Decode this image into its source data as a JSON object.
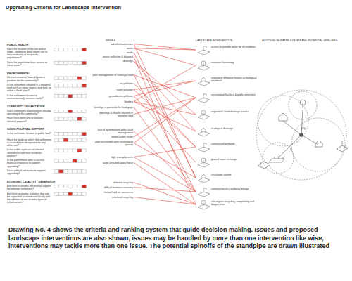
{
  "diagram": {
    "title": "Upgrading Criteria for Landscape Intervention",
    "caption": "Drawing No. 4 shows the criteria and ranking system that guide decision making. Issues and proposed landscape interventions are also shown, issues may be handled by more than one intervention like wise, interventions may tackle more than one issue. The potential spinoffs of the standpipe are drawn illustrated",
    "nodes": [
      {
        "text": [
          "lack of infrastructure"
        ]
      },
      {
        "text": [
          "water"
        ]
      },
      {
        "text": [
          "roads"
        ]
      },
      {
        "text": [
          "waste collection & disposal"
        ]
      },
      {
        "text": [
          "drainage"
        ]
      },
      {
        "text": [
          "poor management of municipal land"
        ]
      },
      {
        "text": [
          "air pollution"
        ]
      },
      {
        "text": [
          "water pollution"
        ]
      },
      {
        "text": [
          "groundwater pollution"
        ]
      },
      {
        "text": [
          "flooding"
        ]
      },
      {
        "text": [
          "landslips in particular for food gaps"
        ]
      },
      {
        "text": [
          "dwellings & shacks situated in sensitive land"
        ]
      },
      {
        "text": [
          "lack of systematised policy land management"
        ]
      },
      {
        "text": [
          "limited public realm"
        ]
      },
      {
        "text": [
          "poor accessible open recreational spaces"
        ]
      },
      {
        "text": [
          "high unemployment"
        ]
      },
      {
        "text": [
          "large unskilled labour force"
        ]
      },
      {
        "text": [
          "informal recycling"
        ]
      },
      {
        "text": [
          "difficult business recovery"
        ]
      },
      {
        "text": [
          "limited land for commerce"
        ]
      },
      {
        "text": [
          "unformed recycling"
        ]
      },
      {
        "text": [
          "access to potable water for all residents"
        ]
      },
      {
        "text": [
          "rainwater harvesting"
        ]
      },
      {
        "text": [
          "vegetated infiltration basins as biological treatment"
        ]
      },
      {
        "text": [
          "recreational facilities & public amenities"
        ]
      },
      {
        "text": [
          "vegetated / lined drainage swales"
        ]
      },
      {
        "text": [
          "ecological drainage"
        ]
      },
      {
        "text": [
          "constructed wetlands"
        ]
      },
      {
        "text": [
          "ground water recharge"
        ]
      },
      {
        "text": [
          "circulation system"
        ]
      },
      {
        "text": [
          "construction of a walkway linkage"
        ]
      },
      {
        "text": [
          "site organic recycling, composting and biogas plant"
        ]
      }
    ],
    "edges": [
      {
        "from": 0,
        "to": 21,
        "arrow": "none"
      },
      {
        "from": 0,
        "to": 29,
        "arrow": "none"
      },
      {
        "from": 1,
        "to": 21,
        "arrow": "none"
      },
      {
        "from": 1,
        "to": 22,
        "arrow": "none"
      },
      {
        "from": 2,
        "to": 29,
        "arrow": "none"
      },
      {
        "from": 3,
        "to": 31,
        "arrow": "none"
      },
      {
        "from": 4,
        "to": 25,
        "arrow": "none"
      },
      {
        "from": 4,
        "to": 26,
        "arrow": "none"
      },
      {
        "from": 5,
        "to": 24,
        "arrow": "none"
      },
      {
        "from": 5,
        "to": 30,
        "arrow": "none"
      },
      {
        "from": 6,
        "to": 27,
        "arrow": "none"
      },
      {
        "from": 7,
        "to": 23,
        "arrow": "none"
      },
      {
        "from": 7,
        "to": 27,
        "arrow": "none"
      },
      {
        "from": 8,
        "to": 23,
        "arrow": "none"
      },
      {
        "from": 8,
        "to": 28,
        "arrow": "none"
      },
      {
        "from": 9,
        "to": 22,
        "arrow": "none"
      },
      {
        "from": 9,
        "to": 25,
        "arrow": "none"
      },
      {
        "from": 9,
        "to": 26,
        "arrow": "none"
      },
      {
        "from": 10,
        "to": 30,
        "arrow": "none"
      },
      {
        "from": 11,
        "to": 24,
        "arrow": "none"
      },
      {
        "from": 12,
        "to": 30,
        "arrow": "none"
      },
      {
        "from": 13,
        "to": 24,
        "arrow": "none"
      },
      {
        "from": 14,
        "to": 24,
        "arrow": "none"
      },
      {
        "from": 14,
        "to": 29,
        "arrow": "none"
      },
      {
        "from": 15,
        "to": 27,
        "arrow": "none"
      },
      {
        "from": 15,
        "to": 30,
        "arrow": "none"
      },
      {
        "from": 16,
        "to": 31,
        "arrow": "none"
      },
      {
        "from": 17,
        "to": 31,
        "arrow": "none"
      },
      {
        "from": 18,
        "to": 30,
        "arrow": "none"
      },
      {
        "from": 20,
        "to": 31,
        "arrow": "none"
      }
    ],
    "labels": [
      "ISSUES",
      "LANDSCAPE INTERVENTION",
      "ADDITION OF WATER SYSTEM AND POTENTIAL SPIN OFFS",
      "PUBLIC HEALTH",
      "Does the location of the site and or home, conditions pose health risk to the community or to specific populations?",
      "Does the population have access to clean water?",
      "ENVIRONMENTAL",
      "Do environmental hazards pose a problem for the community?",
      "Is the settlement situated in a marginal land such as steep slopes, river bed, or within a flood plain?",
      "Is the settlement located in environmentally sensitive lands?",
      "COMMUNITY ORGANIZATION",
      "Does community organizations already operating in the community?",
      "Have there been any grassroots initiated projects?",
      "SOCIO-POLITICAL SUPPORT",
      "Is the settlement located in public land?",
      "Have the lands on which the settlement is located been designated for any other use?",
      "Is the public agencies of informal settlements and their residents positive?",
      "Is the government able to access financial resources to support upgrading?",
      "Does political will exists to support upgrading?",
      "ECONOMIC CATALYST / GENERATOR",
      "Are there economic forces that support the informal settlement?",
      "Are there economic activities that can be supported or introduced locally with the addition of one of more types of infrastructure?"
    ]
  }
}
